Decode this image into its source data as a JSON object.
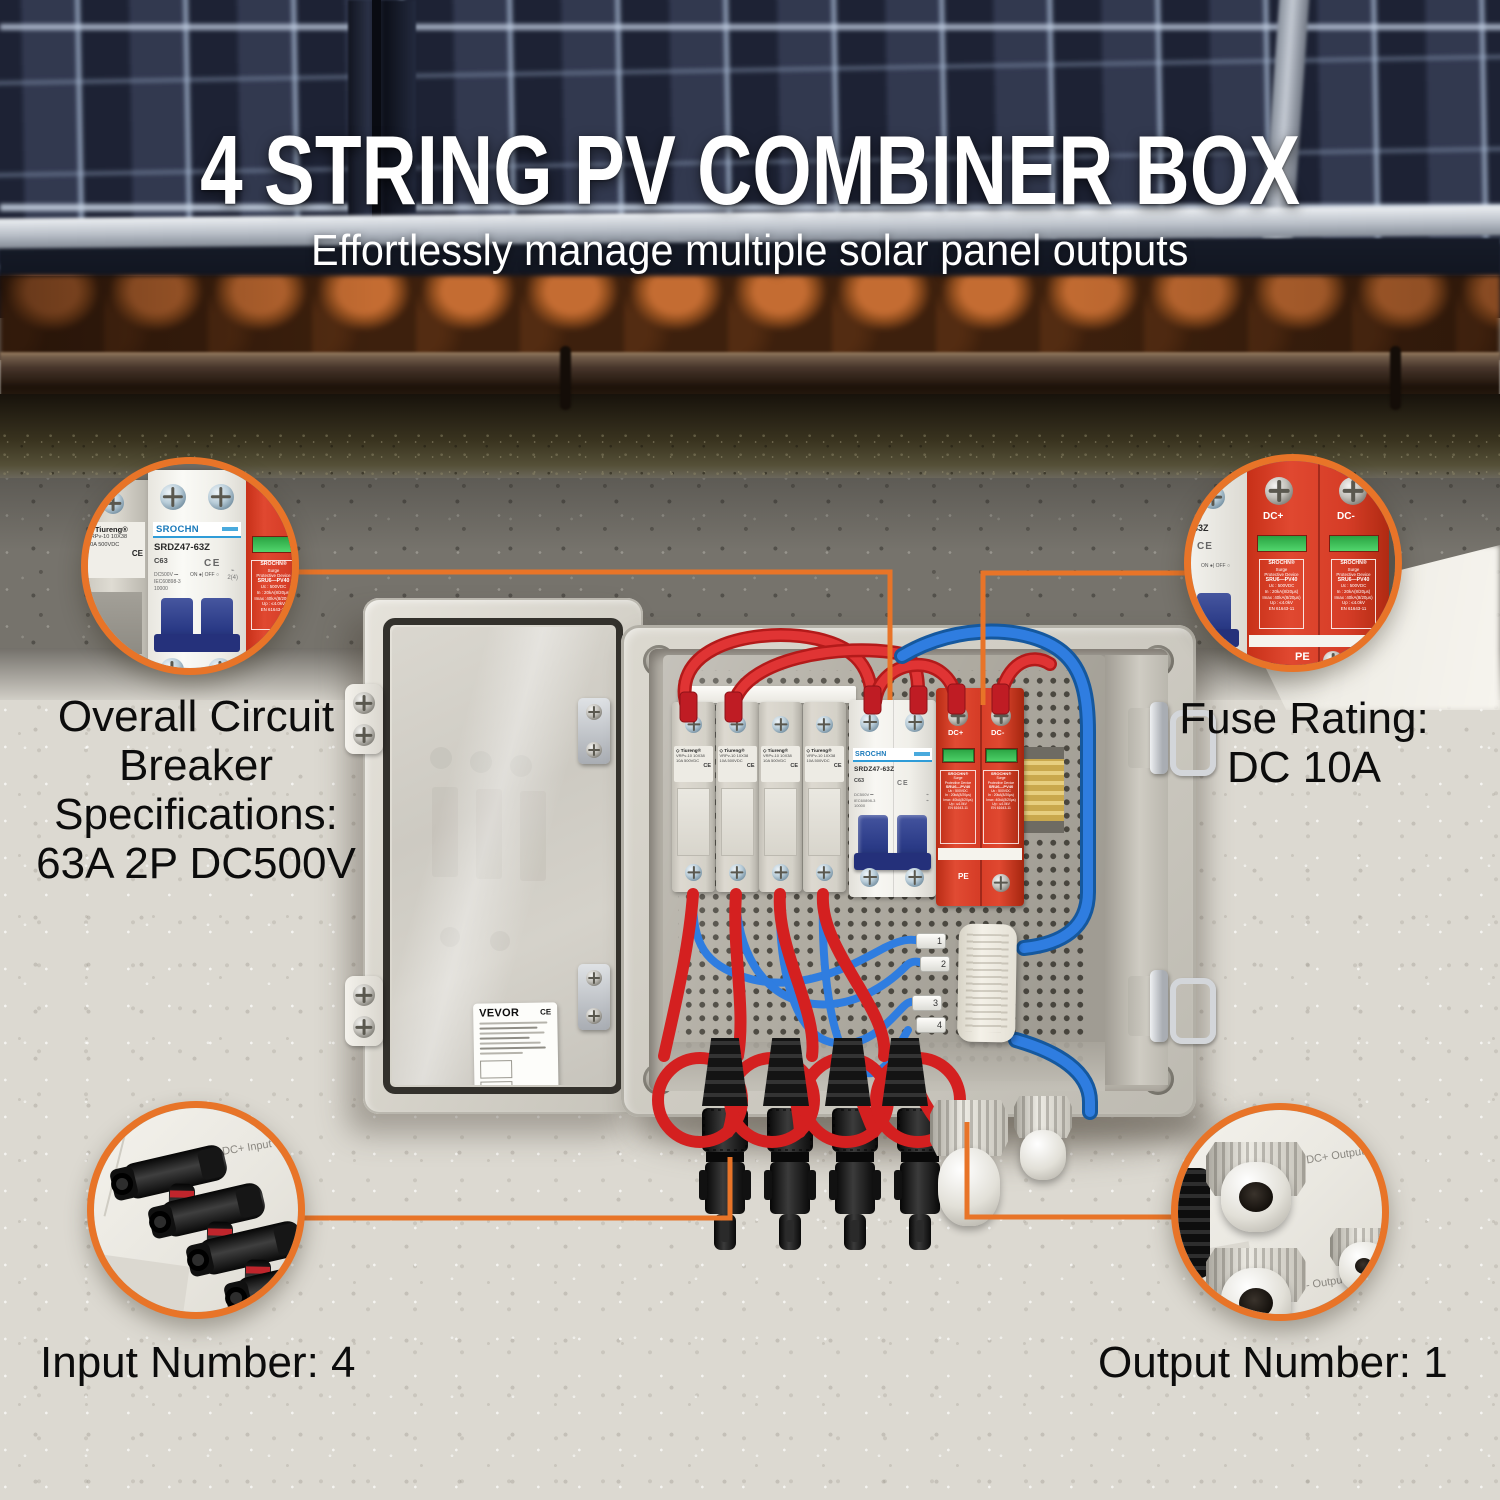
{
  "header": {
    "title": "4 STRING PV COMBINER BOX",
    "subtitle": "Effortlessly manage multiple solar panel outputs"
  },
  "callouts": {
    "breaker": {
      "line1": "Overall Circuit",
      "line2": "Breaker",
      "line3": "Specifications:",
      "line4": "63A 2P DC500V"
    },
    "fuse": {
      "line1": "Fuse Rating:",
      "line2": "DC 10A"
    },
    "input": {
      "label": "Input Number: 4"
    },
    "output": {
      "label": "Output Number: 1"
    }
  },
  "device": {
    "fuse": {
      "brand": "◇ Tiureng®",
      "model": "VRPv-10   10X38",
      "rating": "10A      500VDC",
      "ce": "CE"
    },
    "breaker": {
      "brand": "SROCHN",
      "model": "SRDZ47-63Z",
      "curve": "C63",
      "volt": "DC500V ⎓",
      "std": "IEC60898-3",
      "cap": "10000",
      "onoff": "ON ●|  OFF ○",
      "ce": "CE",
      "trip": "2(4)"
    },
    "spd": {
      "brand": "SROCHN®",
      "l1": "Surge",
      "l2": "Protective Device",
      "l3": "SRU6—PV40",
      "l4": "Uc :  500VDC",
      "l5": "In :  20kA(8/20μs)",
      "l6": "Imax :40kA(8/20μs)",
      "l7": "Up :  ≤4.0kV",
      "l8": "EN 61643-11",
      "dcp": "DC+",
      "dcm": "DC-",
      "pe": "PE"
    },
    "junction": {
      "t1": "1",
      "t2": "2",
      "t3": "3",
      "t4": "4"
    },
    "ports": {
      "input": "DC+ Input",
      "outp": "DC+ Output",
      "outm": "DC- Output"
    },
    "label": {
      "brand": "VEVOR",
      "ce": "CE"
    }
  },
  "colors": {
    "accent": "#E87428",
    "surge_red": "#D63D27",
    "wire_red": "#D42020",
    "wire_blue": "#1F6FD2",
    "toggle_blue": "#2C3C90",
    "green_window": "#2FB34A"
  }
}
